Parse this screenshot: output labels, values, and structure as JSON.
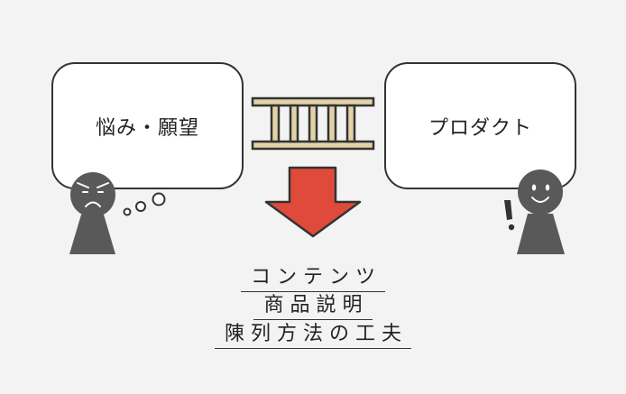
{
  "left_box": {
    "label": "悩み・願望"
  },
  "right_box": {
    "label": "プロダクト"
  },
  "result_lines": [
    "コンテンツ",
    "商品説明",
    "陳列方法の工夫"
  ],
  "colors": {
    "background": "#f3f3f3",
    "ladder_fill": "#e3d2a6",
    "ladder_stroke": "#333333",
    "arrow": "#e04a3a",
    "figure": "#595959"
  }
}
